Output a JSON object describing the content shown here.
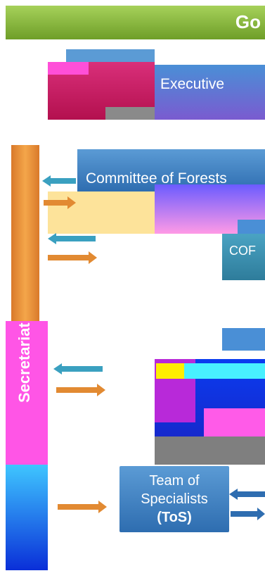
{
  "header": {
    "title": "Go"
  },
  "executive": {
    "label": "Executive"
  },
  "committee": {
    "label": "Committee of Forests"
  },
  "cofo": {
    "label": "COF"
  },
  "secretariat": {
    "label": "Secretariat"
  },
  "tos": {
    "line1": "Team of",
    "line2": "Specialists",
    "line3": "(ToS)"
  },
  "colors": {
    "header_green": "#8dbb3f",
    "box_blue": "#4a8fd6",
    "secretariat_orange": "#f0962e",
    "arrow_teal": "#3aa0c0",
    "arrow_orange": "#e28a32"
  }
}
